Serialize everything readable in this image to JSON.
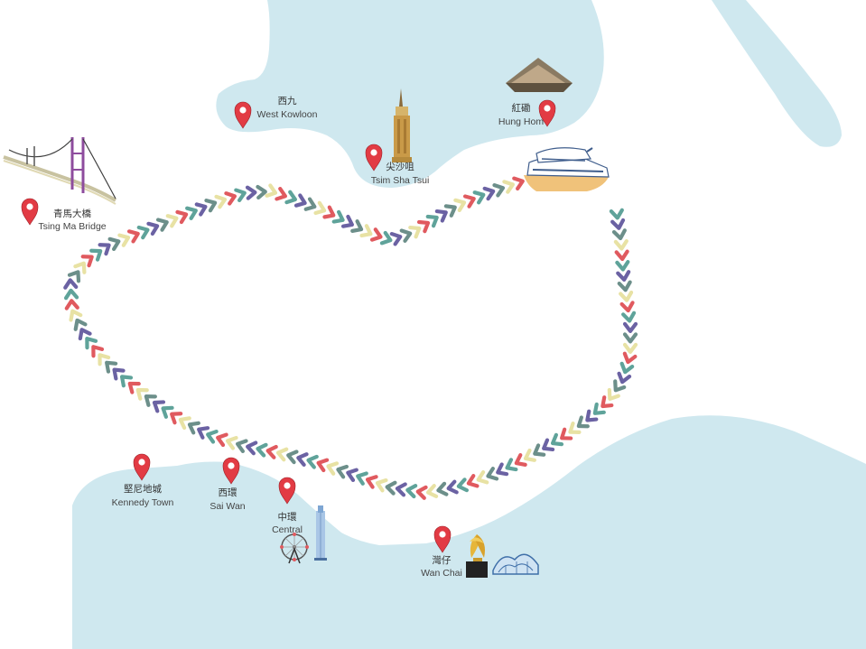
{
  "colors": {
    "water": "#cfe8ef",
    "pin": "#e23b44",
    "chevrons": [
      "#e05a5f",
      "#e8e2a4",
      "#6c8f8a",
      "#6b62a3",
      "#5fa39a"
    ]
  },
  "locations": [
    {
      "id": "west-kowloon",
      "zh": "西九",
      "en": "West Kowloon"
    },
    {
      "id": "tsim-sha-tsui",
      "zh": "尖沙咀",
      "en": "Tsim Sha Tsui"
    },
    {
      "id": "hung-hom",
      "zh": "紅磡",
      "en": "Hung Hom"
    },
    {
      "id": "tsing-ma-bridge",
      "zh": "青馬大橋",
      "en": "Tsing Ma Bridge"
    },
    {
      "id": "kennedy-town",
      "zh": "堅尼地城",
      "en": "Kennedy Town"
    },
    {
      "id": "sai-wan",
      "zh": "西環",
      "en": "Sai Wan"
    },
    {
      "id": "central",
      "zh": "中環",
      "en": "Central"
    },
    {
      "id": "wan-chai",
      "zh": "灣仔",
      "en": "Wan Chai"
    }
  ],
  "landmark_icons": [
    "tsing-ma-bridge-icon",
    "clock-tower-icon",
    "hung-hom-coliseum-icon",
    "ferry-boat-icon",
    "ferris-wheel-icon",
    "ifc-tower-icon",
    "golden-bauhinia-icon",
    "convention-centre-icon"
  ]
}
